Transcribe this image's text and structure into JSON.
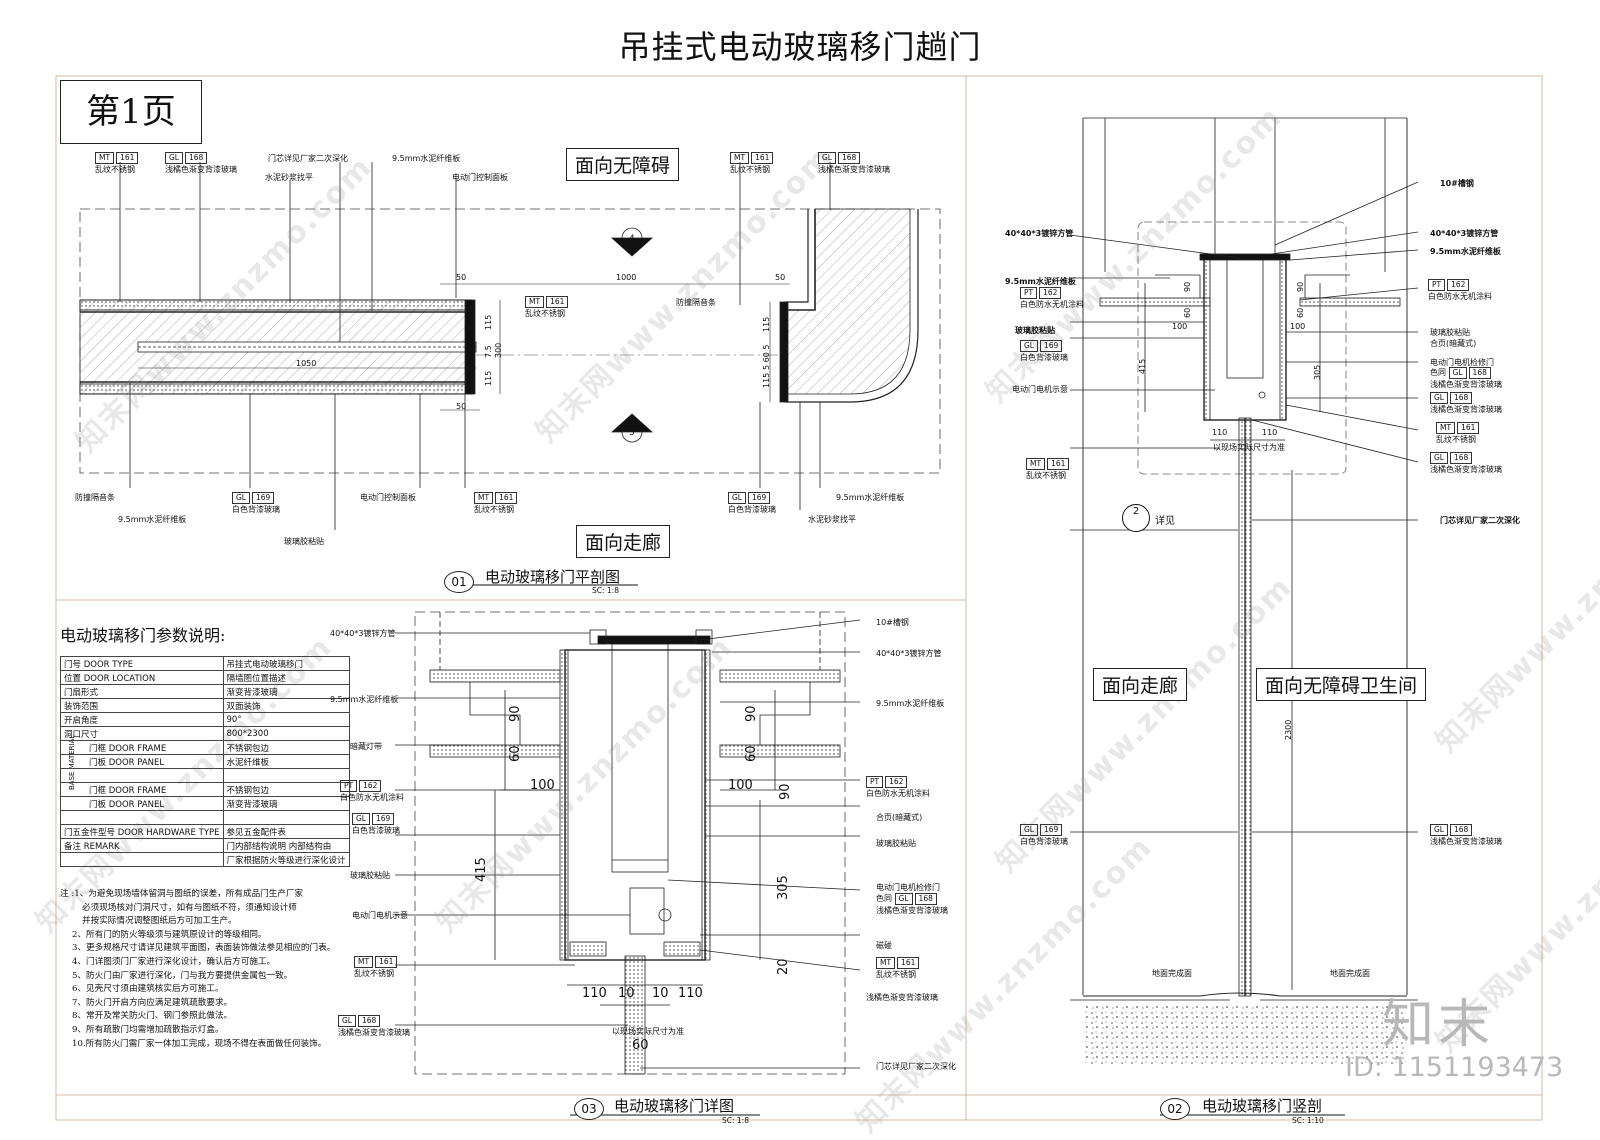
{
  "title": "吊挂式电动玻璃移门趟门",
  "page_label": "第1页",
  "plan": {
    "face_top": "面向无障碍",
    "face_bottom": "面向走廊",
    "top_notes": [
      {
        "tag1": "MT",
        "tag2": "161",
        "text": "乱纹不锈钢"
      },
      {
        "tag1": "GL",
        "tag2": "168",
        "text": "浅橘色渐变背漆玻璃"
      },
      {
        "text": "门芯详见厂家二次深化"
      },
      {
        "text": "水泥砂浆找平"
      },
      {
        "text": "9.5mm水泥纤维板"
      },
      {
        "text": "电动门控制面板"
      },
      {
        "tag1": "MT",
        "tag2": "161",
        "text": "乱纹不锈钢"
      },
      {
        "tag1": "GL",
        "tag2": "168",
        "text": "浅橘色渐变背漆玻璃"
      }
    ],
    "bottom_notes": [
      {
        "text": "防撞隔音条"
      },
      {
        "text": "9.5mm水泥纤维板"
      },
      {
        "tag1": "GL",
        "tag2": "169",
        "text": "白色背漆玻璃"
      },
      {
        "text": "玻璃胶粘贴"
      },
      {
        "text": "电动门控制面板"
      },
      {
        "tag1": "MT",
        "tag2": "161",
        "text": "乱纹不锈钢"
      },
      {
        "tag1": "GL",
        "tag2": "169",
        "text": "白色背漆玻璃"
      },
      {
        "text": "水泥砂浆找平"
      },
      {
        "text": "9.5mm水泥纤维板"
      }
    ],
    "mid_notes": [
      {
        "tag1": "MT",
        "tag2": "161",
        "text": "乱纹不锈钢"
      },
      {
        "text": "防撞隔音条"
      }
    ],
    "dims": {
      "d50a": "50",
      "d1000": "1000",
      "d50b": "50",
      "d1050": "1050",
      "d115a": "115",
      "d300": "300",
      "d75": "7.5",
      "d115b": "115",
      "r115a": "115",
      "r560": "5 60 5",
      "r115b": "115"
    },
    "marks": {
      "up": "4",
      "down": "5"
    },
    "caption": {
      "num": "01",
      "title": "电动玻璃移门平剖图",
      "scale": "SC:  1:8"
    }
  },
  "params": {
    "title": "电动玻璃移门参数说明:",
    "side_label": "BASE MATERIAL",
    "rows": [
      {
        "k": "门号 DOOR TYPE",
        "v": "吊挂式电动玻璃移门"
      },
      {
        "k": "位置 DOOR LOCATION",
        "v": "隔墙图位置描述"
      },
      {
        "k": "门扇形式",
        "v": "渐变背漆玻璃"
      },
      {
        "k": "装饰范围",
        "v": "双面装饰"
      },
      {
        "k": "开启角度",
        "v": "90°"
      },
      {
        "k": "洞口尺寸",
        "v": "800*2300"
      },
      {
        "k": "门框 DOOR FRAME",
        "v": "不锈钢包边"
      },
      {
        "k": "门板 DOOR PANEL",
        "v": "水泥纤维板"
      },
      {
        "k": "",
        "v": ""
      },
      {
        "k": "门框 DOOR FRAME",
        "v": "不锈钢包边"
      },
      {
        "k": "门板 DOOR PANEL",
        "v": "渐变背漆玻璃"
      },
      {
        "k": "",
        "v": ""
      },
      {
        "k": "门五金件型号 DOOR HARDWARE TYPE",
        "v": "参见五金配件表"
      },
      {
        "k": "备注 REMARK",
        "v": "门内部结构说明 内部结构由"
      },
      {
        "k": "",
        "v": "厂家根据防火等级进行深化设计"
      }
    ]
  },
  "notes": [
    "注 :1、为避免现场墙体留洞与图纸的误差，所有成品门生产厂家",
    "必须现场核对门洞尺寸，如有与图纸不符，须通知设计师",
    "并按实际情况调整图纸后方可加工生产。",
    "2、所有门的防火等级须与建筑原设计的等级相同。",
    "3、更多规格尺寸请详见建筑平面图，表面装饰做法参见相应的门表。",
    "4、门详图须门厂家进行深化设计，确认后方可施工。",
    "5、防火门由厂家进行深化，门与我方要提供金属包一致。",
    "6、见壳尺寸须由建筑核实后方可施工。",
    "7、防火门开启方向应满足建筑疏散要求。",
    "8、常开及常关防火门、钢门参照此做法。",
    "9、所有疏散门均需增加疏散指示灯盒。",
    "10.所有防火门需厂家一体加工完成，现场不得在表面做任何装饰。"
  ],
  "detail": {
    "notes_left": [
      {
        "text": "40*40*3镀锌方管"
      },
      {
        "text": "9.5mm水泥纤维板"
      },
      {
        "text": "暗藏灯带"
      },
      {
        "tag1": "PT",
        "tag2": "162",
        "text": "白色防水无机涂料"
      },
      {
        "tag1": "GL",
        "tag2": "169",
        "text": "白色背漆玻璃"
      },
      {
        "text": "玻璃胶粘贴"
      },
      {
        "text": "电动门电机示意"
      },
      {
        "tag1": "MT",
        "tag2": "161",
        "text": "乱纹不锈钢"
      },
      {
        "tag1": "GL",
        "tag2": "168",
        "text": "浅橘色渐变背漆玻璃"
      }
    ],
    "notes_right": [
      {
        "text": "10#槽钢"
      },
      {
        "text": "40*40*3镀锌方管"
      },
      {
        "text": "9.5mm水泥纤维板"
      },
      {
        "tag1": "PT",
        "tag2": "162",
        "text": "白色防水无机涂料"
      },
      {
        "text": "合页(暗藏式)"
      },
      {
        "text": "玻璃胶粘贴"
      },
      {
        "text": "电动门电机检修门"
      },
      {
        "text": "色同",
        "tag1": "GL",
        "tag2": "168"
      },
      {
        "text": "浅橘色渐变背漆玻璃"
      },
      {
        "text": "磁碰"
      },
      {
        "tag1": "MT",
        "tag2": "161",
        "text": "乱纹不锈钢"
      },
      {
        "text": "浅橘色渐变背漆玻璃"
      },
      {
        "text": "门芯详见厂家二次深化"
      }
    ],
    "dims": {
      "a90": "90",
      "a60": "60",
      "a100": "100",
      "b90": "90",
      "b60": "60",
      "b100": "100",
      "c90": "90",
      "d415": "415",
      "d305": "305",
      "d20": "20",
      "w110a": "110",
      "w10a": "10",
      "w10b": "10",
      "w110b": "110",
      "w60": "60",
      "ref": "以现场实际尺寸为准"
    },
    "caption": {
      "num": "03",
      "title": "电动玻璃移门详图",
      "scale": "SC:  1:8"
    }
  },
  "section": {
    "face_left": "面向走廊",
    "face_right": "面向无障碍卫生间",
    "detail_mark": "2",
    "detail_text": "详见",
    "notes_left": [
      {
        "text": "40*40*3镀锌方管"
      },
      {
        "text": "9.5mm水泥纤维板"
      },
      {
        "tag1": "PT",
        "tag2": "162",
        "text": "白色防水无机涂料"
      },
      {
        "text": "玻璃胶粘贴"
      },
      {
        "tag1": "GL",
        "tag2": "169",
        "text": "白色背漆玻璃"
      },
      {
        "text": "电动门电机示意"
      },
      {
        "tag1": "MT",
        "tag2": "161",
        "text": "乱纹不锈钢"
      },
      {
        "tag1": "GL",
        "tag2": "169",
        "text": "白色背漆玻璃"
      }
    ],
    "notes_right": [
      {
        "text": "10#槽钢"
      },
      {
        "text": "40*40*3镀锌方管"
      },
      {
        "text": "9.5mm水泥纤维板"
      },
      {
        "tag1": "PT",
        "tag2": "162",
        "text": "白色防水无机涂料"
      },
      {
        "text": "玻璃胶粘贴"
      },
      {
        "text": "合页(暗藏式)"
      },
      {
        "text": "电动门电机检修门"
      },
      {
        "text": "色同",
        "tag1": "GL",
        "tag2": "168"
      },
      {
        "text": "浅橘色渐变背漆玻璃"
      },
      {
        "tag1": "GL",
        "tag2": "168",
        "text": "浅橘色渐变背漆玻璃"
      },
      {
        "tag1": "MT",
        "tag2": "161",
        "text": "乱纹不锈钢"
      },
      {
        "tag1": "GL",
        "tag2": "168",
        "text": "浅橘色渐变背漆玻璃"
      },
      {
        "text": "门芯详见厂家二次深化"
      },
      {
        "tag1": "GL",
        "tag2": "168",
        "text": "浅橘色渐变背漆玻璃"
      }
    ],
    "floor_left": "地面完成面",
    "floor_right": "地面完成面",
    "dims": {
      "a90": "90",
      "a60": "60",
      "a100": "100",
      "b90": "90",
      "b60": "60",
      "b100": "100",
      "d415": "415",
      "d305": "305",
      "w110a": "110",
      "w110b": "110",
      "ref": "以现场实际尺寸为准",
      "h2300": "2300"
    },
    "caption": {
      "num": "02",
      "title": "电动玻璃移门竖剖",
      "scale": "SC:  1:10"
    }
  },
  "watermark": "知末网www.znzmo.com",
  "brand": {
    "logo": "知末",
    "id": "ID: 1151193473"
  }
}
